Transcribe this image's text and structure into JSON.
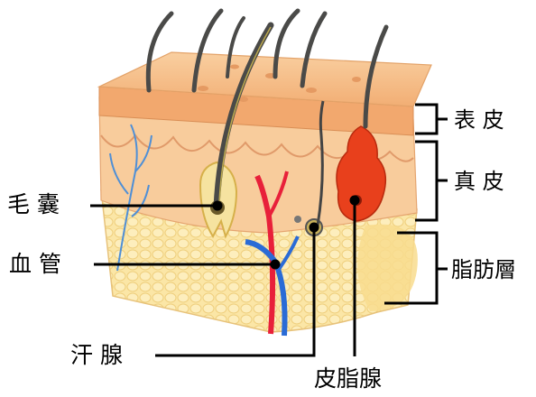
{
  "labels": {
    "epidermis": "表 皮",
    "dermis": "真 皮",
    "fat_layer": "脂肪層",
    "hair_follicle": "毛 囊",
    "blood_vessel": "血 管",
    "sweat_gland": "汗 腺",
    "sebaceous_gland": "皮脂腺"
  },
  "colors": {
    "epidermis": "#f2b27c",
    "dermis": "#f7c99a",
    "fat": "#fbe3a0",
    "artery": "#e8203a",
    "vein": "#2a6bd6",
    "sebaceous": "#e8401c",
    "nerve": "#4f8fd6",
    "hair": "#4a4a48"
  }
}
